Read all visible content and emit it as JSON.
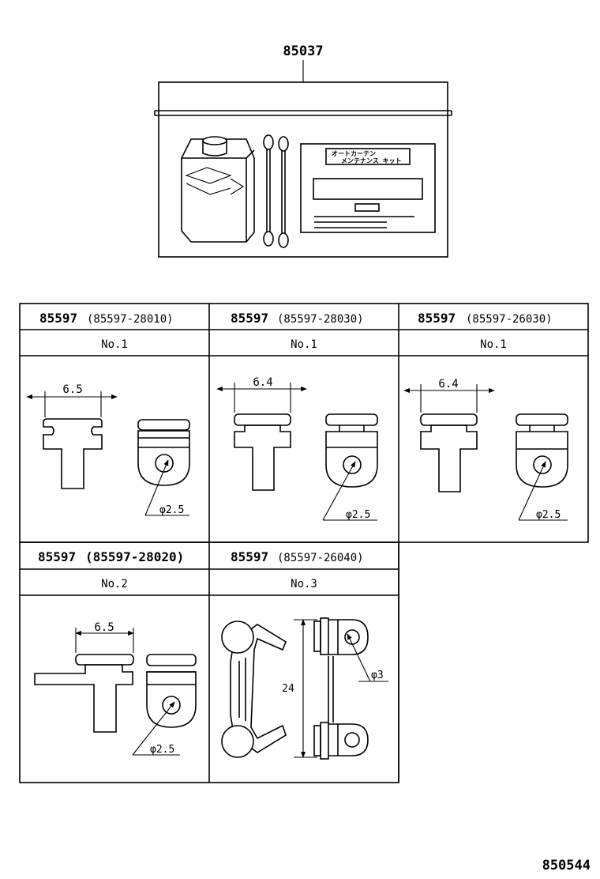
{
  "kit": {
    "part_no": "85037",
    "card_line1": "オートカーテン",
    "card_line2": "メンテナンス キット"
  },
  "cells": [
    {
      "part": "85597",
      "sub": "(85597-28010)",
      "no": "No.1",
      "width": "6.5",
      "dia": "φ2.5"
    },
    {
      "part": "85597",
      "sub": "(85597-28030)",
      "no": "No.1",
      "width": "6.4",
      "dia": "φ2.5"
    },
    {
      "part": "85597",
      "sub": "(85597-26030)",
      "no": "No.1",
      "width": "6.4",
      "dia": "φ2.5"
    },
    {
      "part": "85597",
      "sub": "(85597-28020)",
      "no": "No.2",
      "width": "6.5",
      "dia": "φ2.5"
    },
    {
      "part": "85597",
      "sub": "(85597-26040)",
      "no": "No.3",
      "height": "24",
      "dia": "φ3"
    }
  ],
  "diagram_id": "850544"
}
